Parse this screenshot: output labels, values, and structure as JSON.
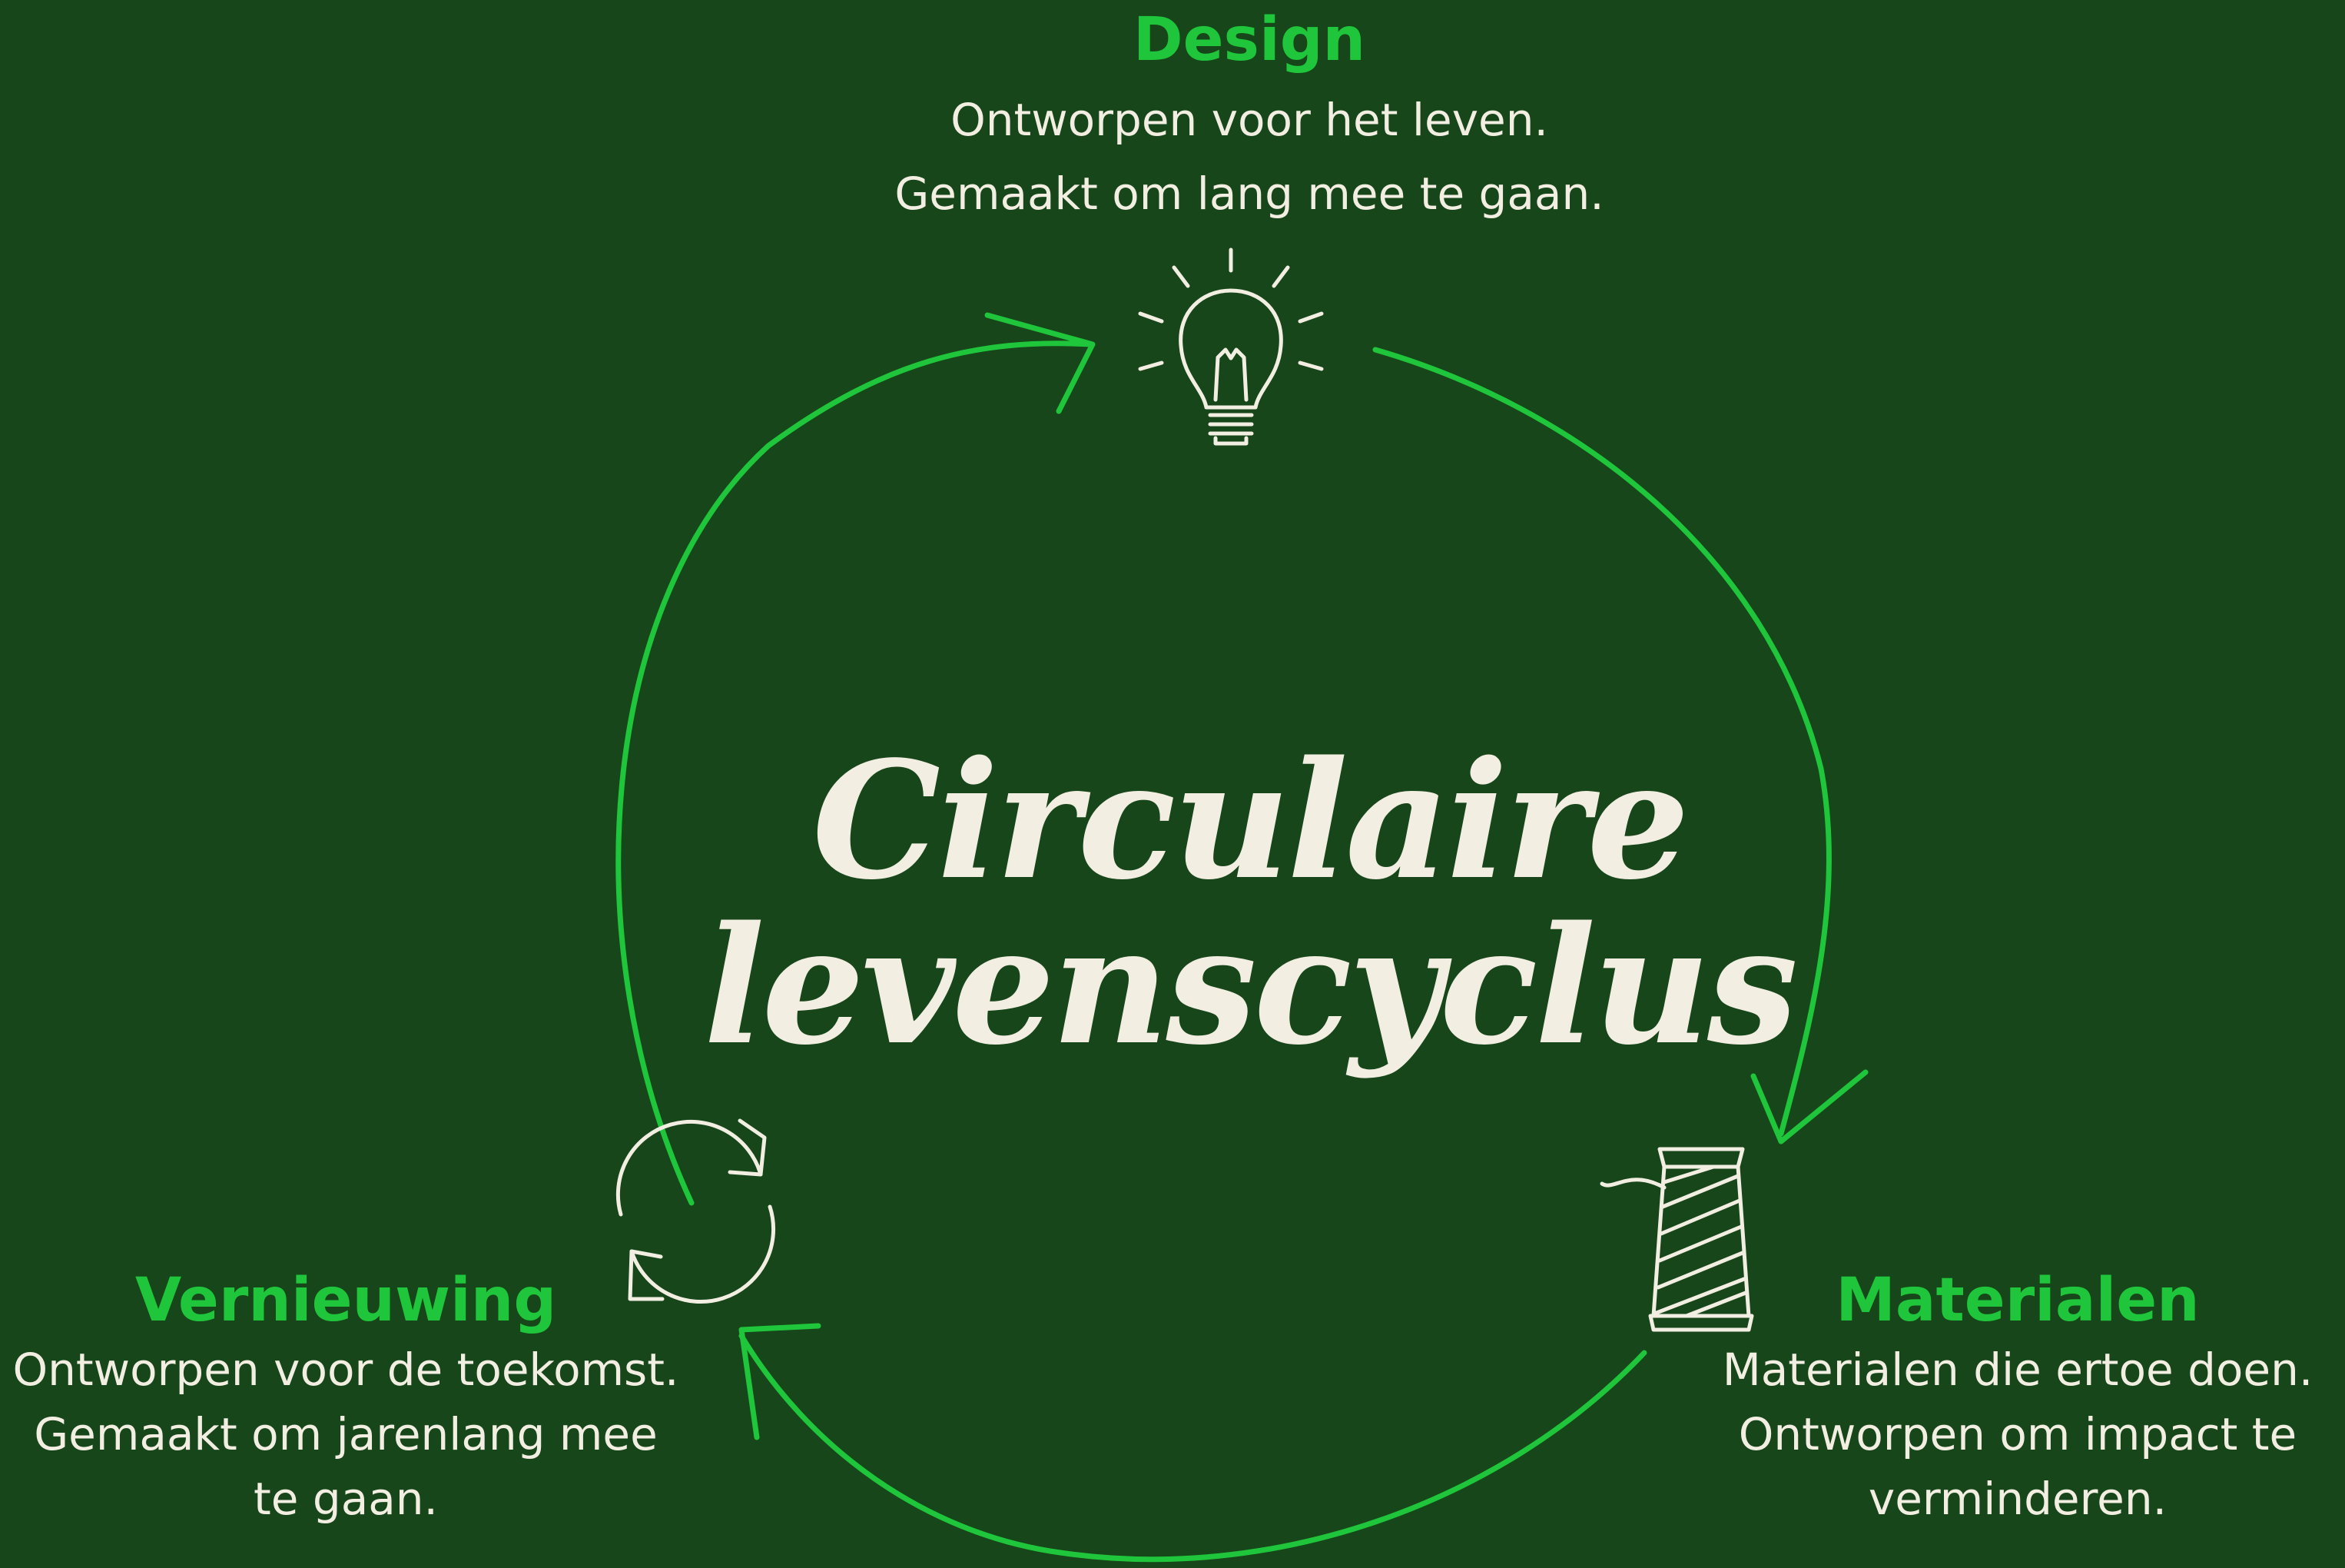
{
  "center": {
    "line1": "Circulaire",
    "line2": "levenscyclus"
  },
  "stages": {
    "design": {
      "title": "Design",
      "line1": "Ontworpen voor het leven.",
      "line2": "Gemaakt om lang mee te gaan.",
      "icon": "lightbulb-icon"
    },
    "materialen": {
      "title": "Materialen",
      "line1": "Materialen die ertoe doen.",
      "line2": "Ontworpen om impact te",
      "line3": "verminderen.",
      "icon": "thread-spool-icon"
    },
    "vernieuwing": {
      "title": "Vernieuwing",
      "line1": "Ontworpen voor de toekomst.",
      "line2": "Gemaakt om jarenlang mee",
      "line3": "te gaan.",
      "icon": "refresh-arrows-icon"
    }
  },
  "colors": {
    "background": "#164619",
    "accent": "#1fc53a",
    "text": "#f3eee2"
  }
}
